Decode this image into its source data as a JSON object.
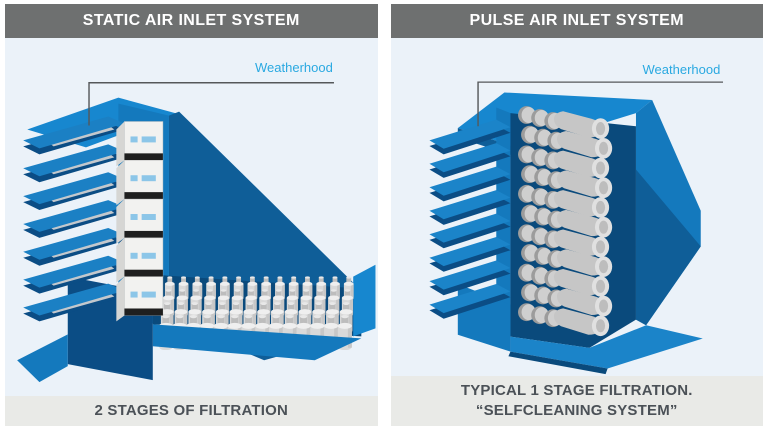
{
  "panels": [
    {
      "title": "STATIC AIR INLET SYSTEM",
      "annotation": "Weatherhood",
      "caption_lines": [
        "2 STAGES OF FILTRATION"
      ]
    },
    {
      "title": "PULSE AIR INLET SYSTEM",
      "annotation": "Weatherhood",
      "caption_lines": [
        "TYPICAL 1 STAGE FILTRATION.",
        "“SELFCLEANING SYSTEM”"
      ]
    }
  ],
  "colors": {
    "header_bg": "#6e7070",
    "header_text": "#ffffff",
    "panel_bg": "#ebf2f9",
    "caption_bg": "#e9eae7",
    "caption_text": "#4b5157",
    "annotation_text": "#2aa9e1",
    "leader_line": "#55585a",
    "blue_bright": "#1787cf",
    "blue_main": "#1479bd",
    "blue_mid": "#0f5e98",
    "blue_dark": "#0b4d85",
    "blue_darkest": "#0a4a7c",
    "filter_gray": "#d9d9d9"
  }
}
